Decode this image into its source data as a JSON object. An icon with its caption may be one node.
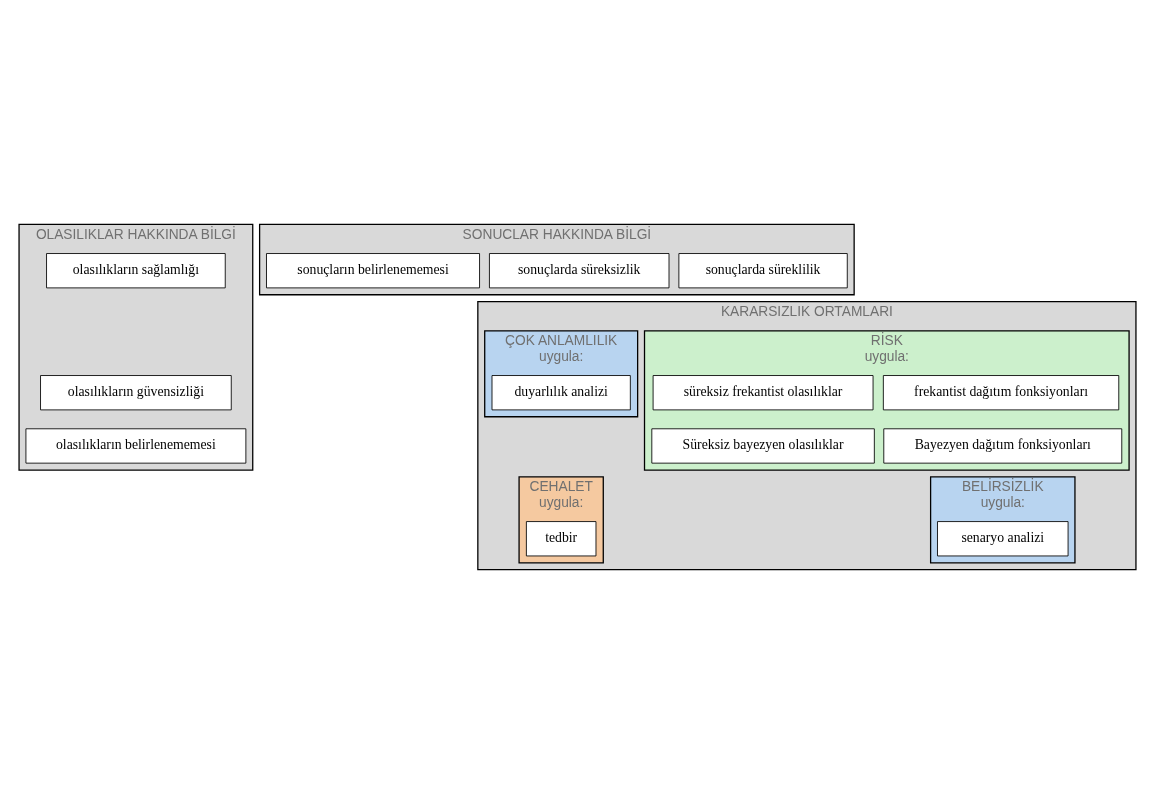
{
  "diagram": {
    "nodes": [
      {
        "text": [
          "OLASILIKLAR HAKKINDA BİLGİ"
        ]
      },
      {
        "text": [
          "olasılıkların sağlamlığı"
        ],
        "in": 0
      },
      {
        "text": [
          "olasılıkların güvensizliği"
        ],
        "in": 0
      },
      {
        "text": [
          "olasılıkların belirlenememesi"
        ],
        "in": 0
      },
      {
        "text": [
          "SONUCLAR HAKKINDA BİLGİ"
        ]
      },
      {
        "text": [
          "sonuçlarda süreklilik"
        ],
        "in": 4
      },
      {
        "text": [
          "sonuçlarda süreksizlik"
        ],
        "in": 4
      },
      {
        "text": [
          "sonuçların belirlenememesi"
        ],
        "in": 4
      },
      {
        "text": [
          "KARARSIZLIK ORTAMLARI"
        ]
      },
      {
        "text": [
          "RİSK",
          "uygula:"
        ],
        "in": 8
      },
      {
        "text": [
          "frekantist dağıtım fonksiyonları"
        ],
        "in": 9
      },
      {
        "text": [
          "süreksiz frekantist olasılıklar"
        ],
        "in": 9
      },
      {
        "text": [
          "Bayezyen dağıtım fonksiyonları"
        ],
        "in": 9
      },
      {
        "text": [
          "Süreksiz bayezyen olasılıklar"
        ],
        "in": 9
      },
      {
        "text": [
          "ÇOK ANLAMLILIK",
          "uygula:"
        ],
        "in": 8
      },
      {
        "text": [
          "duyarlılık analizi"
        ],
        "in": 14
      },
      {
        "text": [
          "BELİRSİZLİK",
          "uygula:"
        ],
        "in": 8
      },
      {
        "text": [
          "senaryo analizi"
        ],
        "in": 16
      },
      {
        "text": [
          "CEHALET",
          "uygula:"
        ],
        "in": 8
      },
      {
        "text": [
          "tedbir"
        ],
        "in": 18
      }
    ],
    "edges": []
  }
}
